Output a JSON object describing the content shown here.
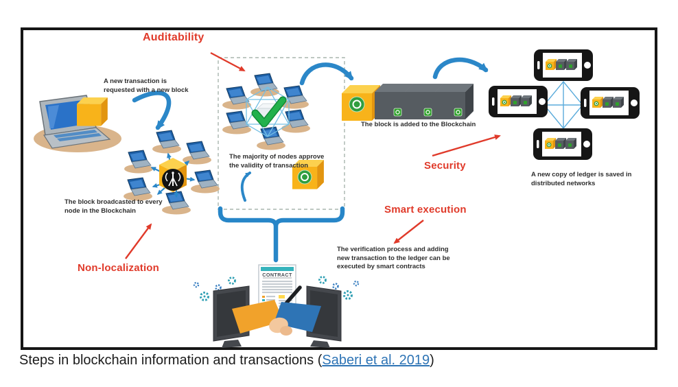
{
  "figure": {
    "red_labels": {
      "auditability": "Auditability",
      "non_localization": "Non-localization",
      "security": "Security",
      "smart_execution": "Smart execution"
    },
    "notes": {
      "new_transaction": "A new transaction is\nrequested with a new block",
      "broadcast": "The block broadcasted to every\nnode in the Blockchain",
      "majority": "The majority of nodes approve\nthe validity of transaction",
      "block_added": "The block is added to the Blockchain",
      "ledger_copy": "A new copy of  ledger is saved in\ndistributed networks",
      "smart_contracts": "The verification process and adding\nnew transaction to the ledger can be\nexecuted by smart contracts"
    },
    "contract": {
      "title": "CONTRACT"
    },
    "colors": {
      "label_red": "#e03a2a",
      "arrow_blue": "#2b87c8",
      "cube_yellow": "#f8b31a",
      "cube_gray": "#565c61",
      "check_green": "#22b14c",
      "link_blue": "#2e74b5"
    }
  },
  "caption": {
    "prefix": "Steps in blockchain information and transactions (",
    "link_text": "Saberi et al. 2019",
    "suffix": ")"
  }
}
